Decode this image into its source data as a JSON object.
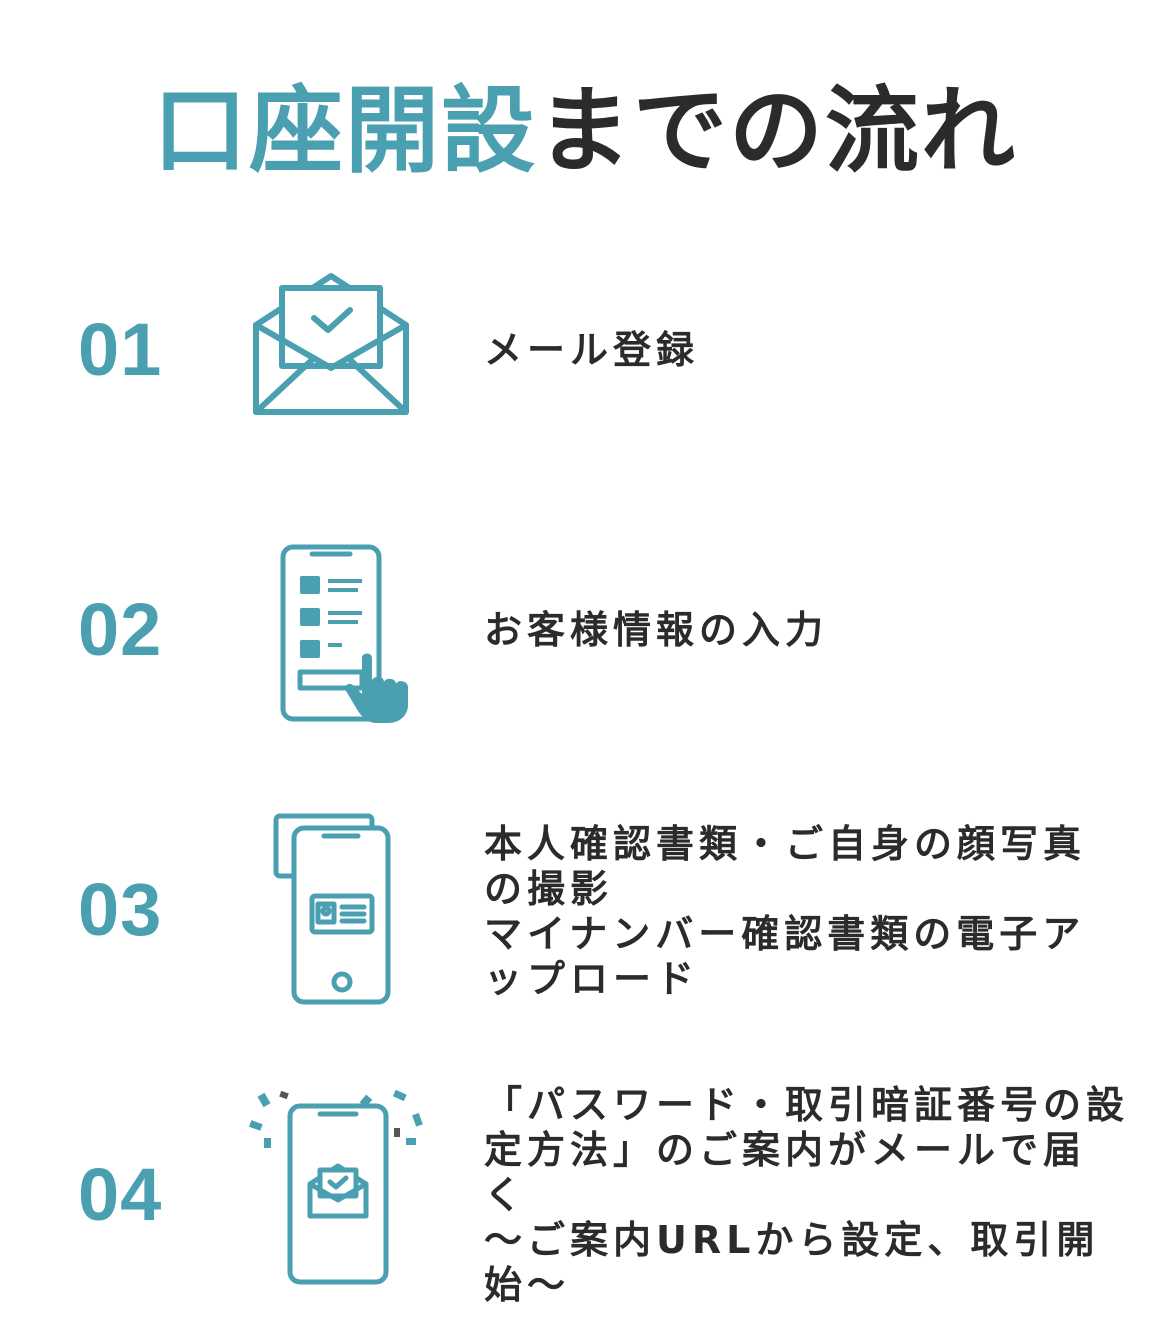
{
  "title": {
    "accent": "口座開設",
    "rest": "までの流れ"
  },
  "colors": {
    "accent": "#4a9fb1",
    "text": "#2b2b2b",
    "background": "#ffffff"
  },
  "steps": [
    {
      "number": "01",
      "icon": "envelope-check-icon",
      "lines": [
        "メール登録"
      ]
    },
    {
      "number": "02",
      "icon": "phone-form-tap-icon",
      "lines": [
        "お客様情報の入力"
      ]
    },
    {
      "number": "03",
      "icon": "phone-id-card-icon",
      "lines": [
        "本人確認書類・ご自身の顔写真",
        "の撮影",
        "マイナンバー確認書類の電子ア",
        "ップロード"
      ]
    },
    {
      "number": "04",
      "icon": "phone-mail-confetti-icon",
      "lines": [
        "「パスワード・取引暗証番号の設",
        "定方法」のご案内がメールで届",
        "く",
        "～ご案内URLから設定、取引開",
        "始～"
      ]
    }
  ]
}
